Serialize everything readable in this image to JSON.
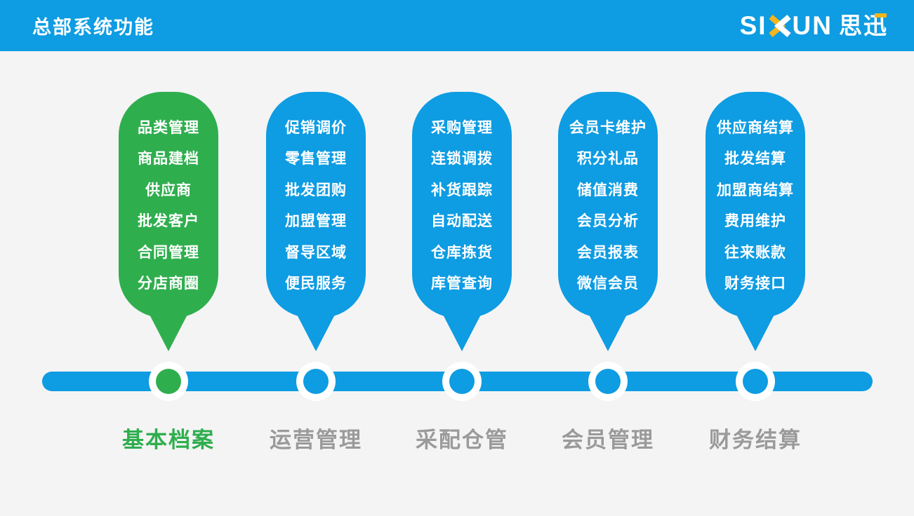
{
  "header": {
    "title": "总部系统功能",
    "logo": {
      "si": "SI",
      "un": "UN",
      "cn": "思迅"
    }
  },
  "colors": {
    "accent_blue": "#0E9CE2",
    "accent_green": "#2FAE4E",
    "logo_yellow": "#F3B71B",
    "label_gray": "#9A9A9A",
    "background": "#F4F4F5"
  },
  "columns": [
    {
      "label": "基本档案",
      "accent": "green",
      "items": [
        "品类管理",
        "商品建档",
        "供应商",
        "批发客户",
        "合同管理",
        "分店商圈"
      ]
    },
    {
      "label": "运营管理",
      "accent": "blue",
      "items": [
        "促销调价",
        "零售管理",
        "批发团购",
        "加盟管理",
        "督导区域",
        "便民服务"
      ]
    },
    {
      "label": "采配仓管",
      "accent": "blue",
      "items": [
        "采购管理",
        "连锁调拨",
        "补货跟踪",
        "自动配送",
        "仓库拣货",
        "库管查询"
      ]
    },
    {
      "label": "会员管理",
      "accent": "blue",
      "items": [
        "会员卡维护",
        "积分礼品",
        "储值消费",
        "会员分析",
        "会员报表",
        "微信会员"
      ]
    },
    {
      "label": "财务结算",
      "accent": "blue",
      "items": [
        "供应商结算",
        "批发结算",
        "加盟商结算",
        "费用维护",
        "往来账款",
        "财务接口"
      ]
    }
  ]
}
